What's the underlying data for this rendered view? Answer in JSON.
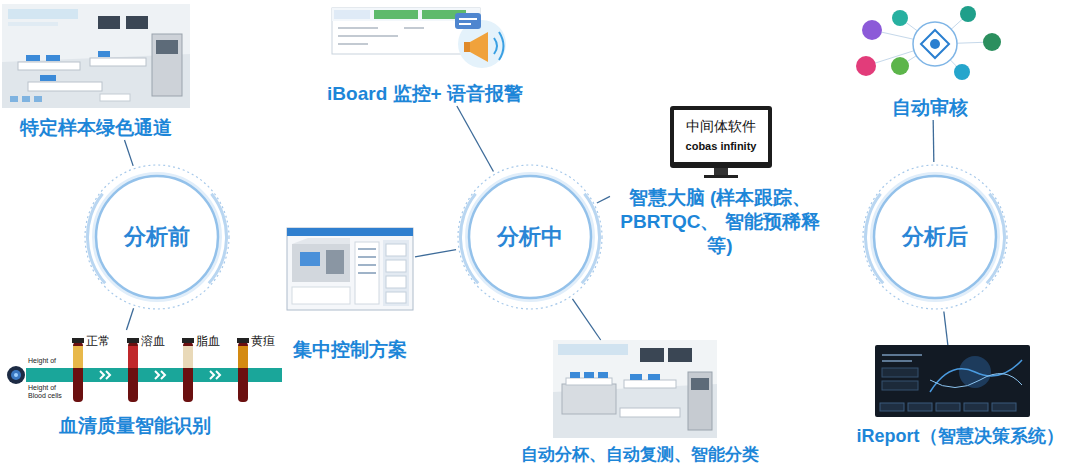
{
  "diagram": {
    "nodes": [
      {
        "text": [
          "分析前"
        ]
      },
      {
        "text": [
          "分析中"
        ]
      },
      {
        "text": [
          "分析后"
        ]
      },
      {
        "text": [
          "特定样本绿色通道"
        ]
      },
      {
        "text": [
          "iBoard 监控+ 语音报警"
        ]
      },
      {
        "text": [
          "自动审核"
        ]
      },
      {
        "text": [
          "集中控制方案"
        ]
      },
      {
        "text": [
          "智慧大脑 (样本跟踪、PBRTQC、 智能预稀释等)"
        ]
      },
      {
        "text": [
          "血清质量智能识别"
        ]
      },
      {
        "text": [
          "自动分杯、自动复测、智能分类"
        ]
      },
      {
        "text": [
          "iReport（智慧决策系统）"
        ]
      }
    ],
    "edges": [
      {
        "from": 0,
        "to": 3,
        "arrow": "none"
      },
      {
        "from": 0,
        "to": 8,
        "arrow": "none"
      },
      {
        "from": 1,
        "to": 4,
        "arrow": "none"
      },
      {
        "from": 1,
        "to": 6,
        "arrow": "none"
      },
      {
        "from": 1,
        "to": 7,
        "arrow": "none"
      },
      {
        "from": 1,
        "to": 9,
        "arrow": "none"
      },
      {
        "from": 2,
        "to": 5,
        "arrow": "none"
      },
      {
        "from": 2,
        "to": 10,
        "arrow": "none"
      }
    ],
    "labels": [
      "中间体软件",
      "cobas infinity",
      "正常",
      "溶血",
      "脂血",
      "黄疸",
      "Height of",
      "Height of Blood cells"
    ]
  }
}
